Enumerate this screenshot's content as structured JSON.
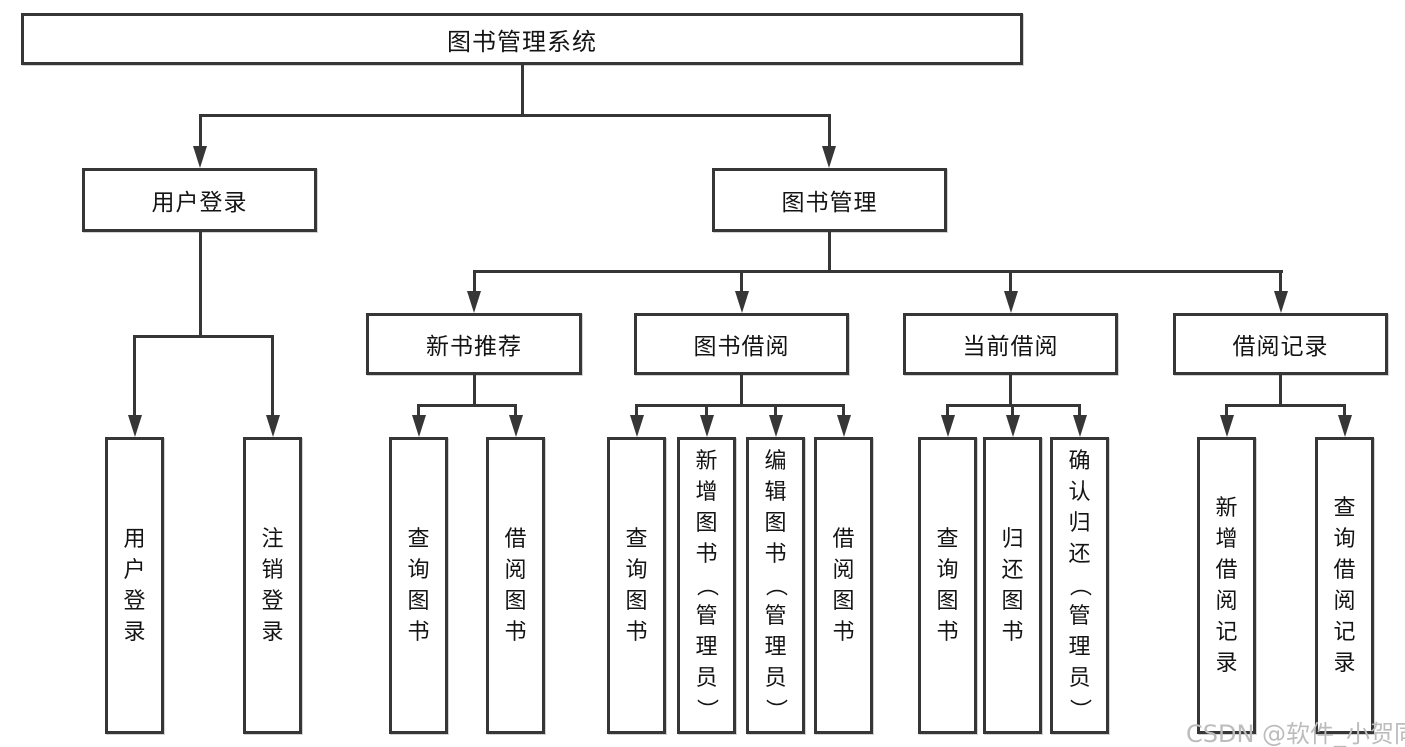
{
  "diagram": {
    "title": "图书管理系统",
    "root": {
      "label": "图书管理系统"
    },
    "level2": [
      {
        "label": "用户登录"
      },
      {
        "label": "图书管理"
      }
    ],
    "level3": [
      {
        "label": "新书推荐",
        "parent": "图书管理"
      },
      {
        "label": "图书借阅",
        "parent": "图书管理"
      },
      {
        "label": "当前借阅",
        "parent": "图书管理"
      },
      {
        "label": "借阅记录",
        "parent": "图书管理"
      }
    ],
    "leaves": [
      {
        "label": "用户登录",
        "parent": "用户登录"
      },
      {
        "label": "注销登录",
        "parent": "用户登录"
      },
      {
        "label": "查询图书",
        "parent": "新书推荐"
      },
      {
        "label": "借阅图书",
        "parent": "新书推荐"
      },
      {
        "label": "查询图书",
        "parent": "图书借阅"
      },
      {
        "label": "新增图书（管理员）",
        "parent": "图书借阅"
      },
      {
        "label": "编辑图书（管理员）",
        "parent": "图书借阅"
      },
      {
        "label": "借阅图书",
        "parent": "图书借阅"
      },
      {
        "label": "查询图书",
        "parent": "当前借阅"
      },
      {
        "label": "归还图书",
        "parent": "当前借阅"
      },
      {
        "label": "确认归还（管理员）",
        "parent": "当前借阅"
      },
      {
        "label": "新增借阅记录",
        "parent": "借阅记录"
      },
      {
        "label": "查询借阅记录",
        "parent": "借阅记录"
      }
    ]
  },
  "watermark": {
    "text": "CSDN @软件_小贺同学"
  },
  "colors": {
    "line": "#363636",
    "text": "#141414",
    "background": "#ffffff",
    "watermark": "#bcbcbc"
  }
}
